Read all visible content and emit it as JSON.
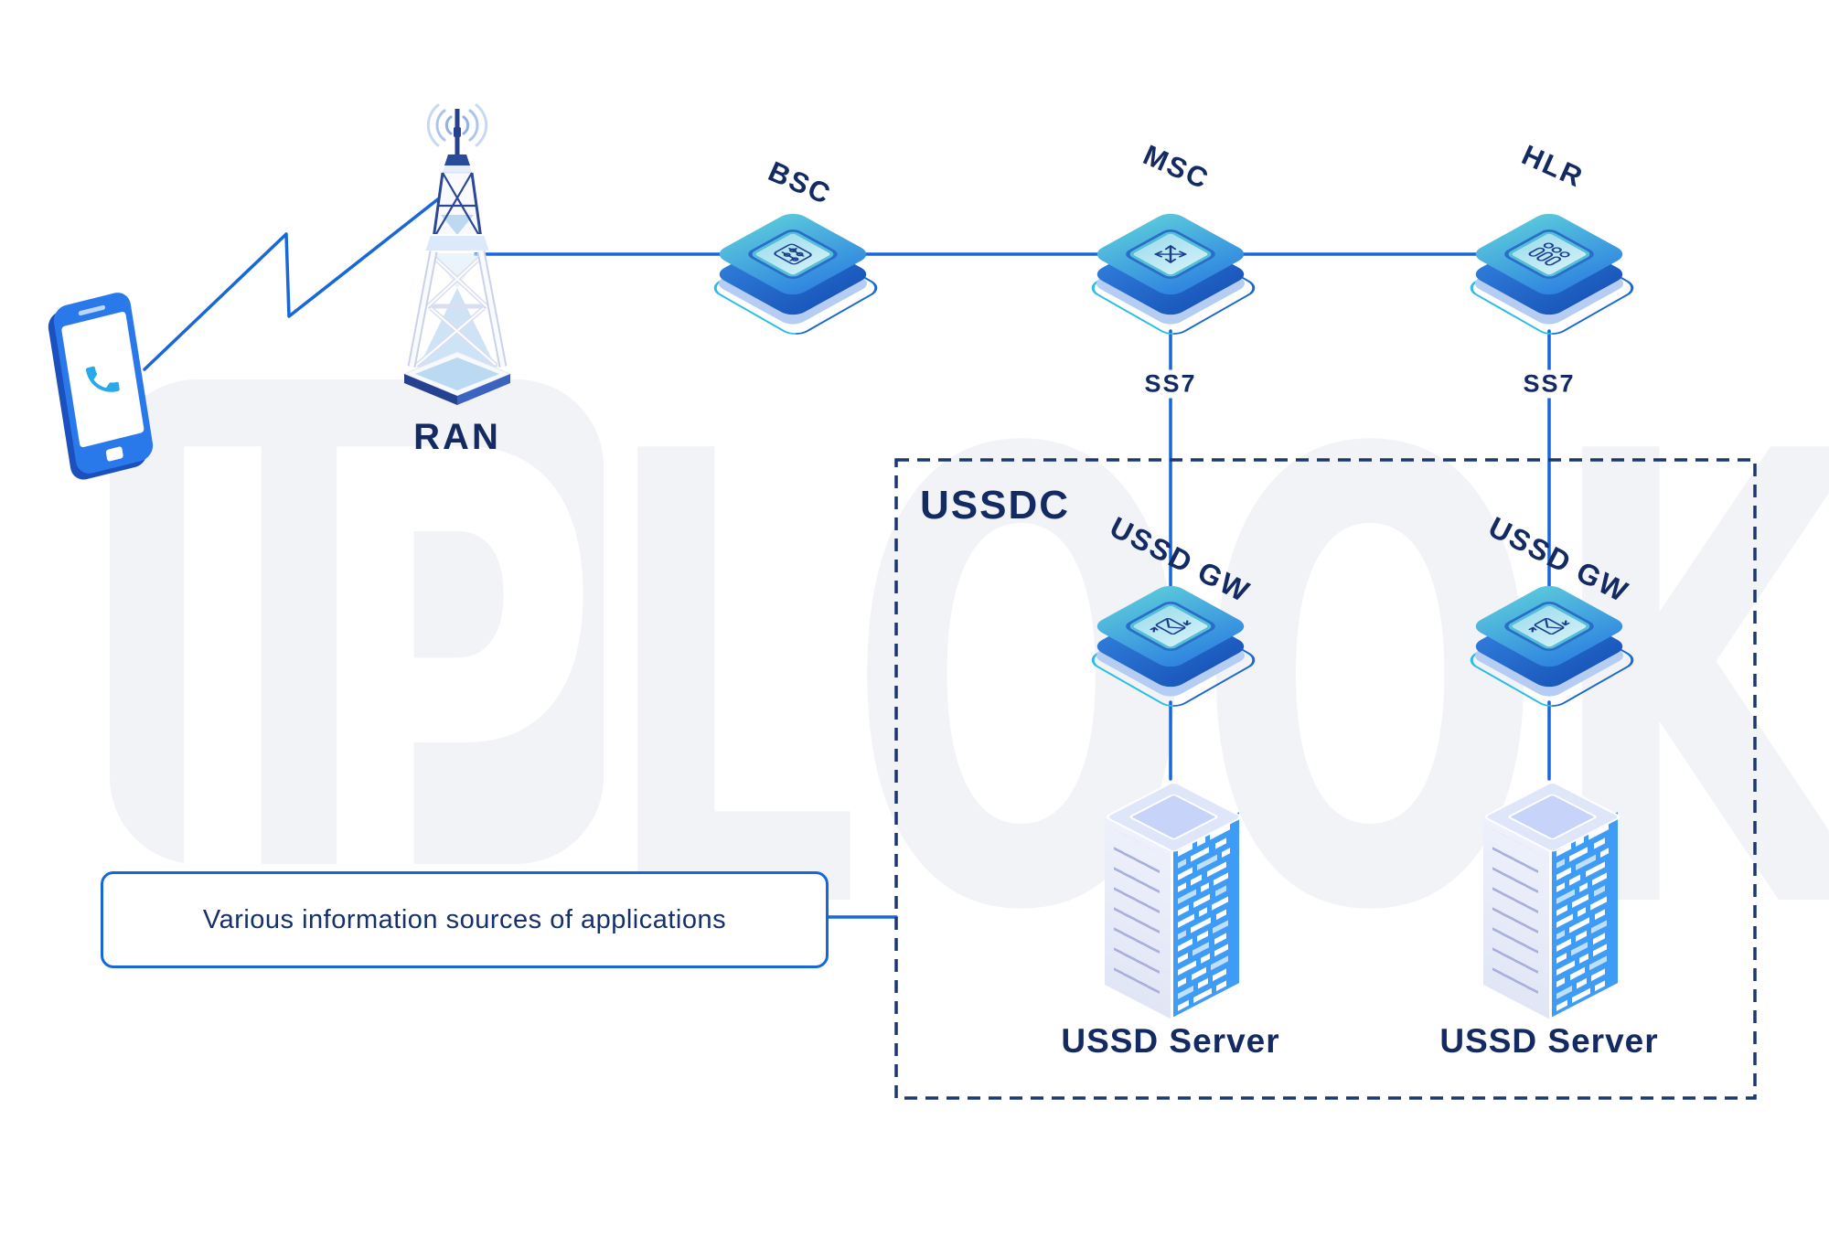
{
  "labels": {
    "ran": "RAN",
    "bsc": "BSC",
    "msc": "MSC",
    "hlr": "HLR",
    "ss7_msc": "SS7",
    "ss7_hlr": "SS7",
    "ussdc": "USSDC",
    "ussd_gw_1": "USSD GW",
    "ussd_gw_2": "USSD GW",
    "ussd_server_1": "USSD Server",
    "ussd_server_2": "USSD Server",
    "info_box": "Various information sources of applications"
  },
  "watermark": {
    "left": "IP",
    "right": "LOOK"
  },
  "icons": {
    "phone": "phone-handset-icon",
    "ran": "cell-tower-icon",
    "bsc": "circuit-board-icon",
    "msc": "crossed-arrows-icon",
    "hlr": "subscriber-registry-icon",
    "ussd_gw": "message-gateway-icon",
    "ussd_server": "server-rack-icon"
  },
  "colors": {
    "line_blue": "#1767d8",
    "dash_navy": "#1b3670",
    "text_navy": "#142a63",
    "cyan_accent": "#2bbce8",
    "node_top_light": "#5ac8dc",
    "node_top_dark": "#2e82e0",
    "node_side": "#1a58bc",
    "platform_fill": "#b5cdf2",
    "rack_right_face": "#3f9cf6",
    "rack_left_face": "#e8ecfa",
    "watermark_gray": "#f2f3f7",
    "phone_blue": "#2a79ea"
  }
}
